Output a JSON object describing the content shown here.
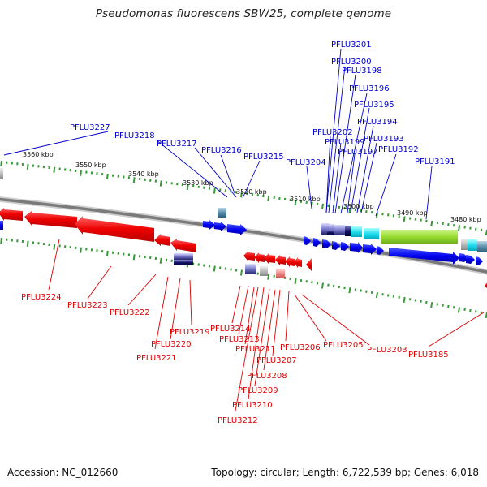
{
  "title": "Pseudomonas fluorescens SBW25, complete genome",
  "footer": {
    "accession": "Accession: NC_012660",
    "stats": "Topology: circular; Length: 6,722,539 bp; Genes: 6,018"
  },
  "colors": {
    "forward": "#0000cc",
    "reverse": "#dd0000",
    "backbone": "#888888",
    "tick": "#339933",
    "highlight_green": "#99dd33",
    "highlight_cyan": "#22ddee"
  },
  "kbp_labels": [
    "3560 kbp",
    "3550 kbp",
    "3540 kbp",
    "3530 kbp",
    "3520 kbp",
    "3510 kbp",
    "3500 kbp",
    "3490 kbp",
    "3480 kbp"
  ],
  "forward_genes": [
    "PFLU3227",
    "PFLU3218",
    "PFLU3217",
    "PFLU3216",
    "PFLU3215",
    "PFLU3204",
    "PFLU3202",
    "PFLU3201",
    "PFLU3200",
    "PFLU3199",
    "PFLU3198",
    "PFLU3197",
    "PFLU3196",
    "PFLU3195",
    "PFLU3194",
    "PFLU3193",
    "PFLU3192",
    "PFLU3191"
  ],
  "reverse_genes": [
    "PFLU3224",
    "PFLU3223",
    "PFLU3222",
    "PFLU3221",
    "PFLU3220",
    "PFLU3219",
    "PFLU3214",
    "PFLU3213",
    "PFLU3211",
    "PFLU3212",
    "PFLU3210",
    "PFLU3209",
    "PFLU3208",
    "PFLU3207",
    "PFLU3206",
    "PFLU3205",
    "PFLU3203",
    "PFLU3185"
  ]
}
